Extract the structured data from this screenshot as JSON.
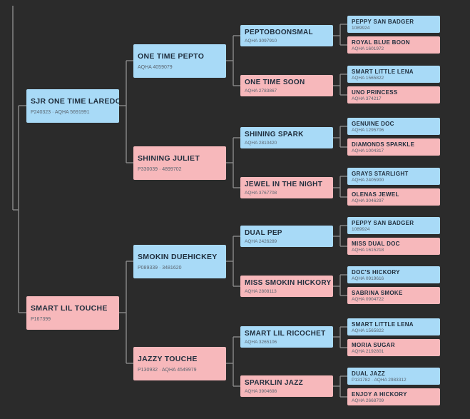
{
  "colors": {
    "background": "#2b2b2b",
    "sire": "#a8daf7",
    "dam": "#f7b8bb",
    "connector": "#8a8a8a"
  },
  "pedigree": {
    "sire": {
      "name": "SJR ONE TIME LAREDO",
      "reg": "P240323 · AQHA 5691991",
      "sire": {
        "name": "ONE TIME PEPTO",
        "reg": "AQHA 4059079",
        "sire": {
          "name": "PEPTOBOONSMAL",
          "reg": "AQHA 3097910",
          "sire": {
            "name": "PEPPY SAN BADGER",
            "reg": "1089924"
          },
          "dam": {
            "name": "ROYAL BLUE BOON",
            "reg": "AQHA 1601972"
          }
        },
        "dam": {
          "name": "ONE TIME SOON",
          "reg": "AQHA 2783867",
          "sire": {
            "name": "SMART LITTLE LENA",
            "reg": "AQHA 1565822"
          },
          "dam": {
            "name": "UNO PRINCESS",
            "reg": "AQHA 374217"
          }
        }
      },
      "dam": {
        "name": "SHINING JULIET",
        "reg": "P330039 · 4899702",
        "sire": {
          "name": "SHINING SPARK",
          "reg": "AQHA 2810420",
          "sire": {
            "name": "GENUINE DOC",
            "reg": "AQHA 1295706"
          },
          "dam": {
            "name": "DIAMONDS SPARKLE",
            "reg": "AQHA 1004317"
          }
        },
        "dam": {
          "name": "JEWEL IN THE NIGHT",
          "reg": "AQHA 3767708",
          "sire": {
            "name": "GRAYS STARLIGHT",
            "reg": "AQHA 2405900"
          },
          "dam": {
            "name": "OLENAS JEWEL",
            "reg": "AQHA 3046297"
          }
        }
      }
    },
    "dam": {
      "name": "SMART LIL TOUCHE",
      "reg": "P167399",
      "sire": {
        "name": "SMOKIN DUEHICKEY",
        "reg": "P089339 · 3481620",
        "sire": {
          "name": "DUAL PEP",
          "reg": "AQHA 2426289",
          "sire": {
            "name": "PEPPY SAN BADGER",
            "reg": "1089924"
          },
          "dam": {
            "name": "MISS DUAL DOC",
            "reg": "AQHA 1615218"
          }
        },
        "dam": {
          "name": "MISS SMOKIN HICKORY",
          "reg": "AQHA 2808113",
          "sire": {
            "name": "DOC'S HICKORY",
            "reg": "AQHA 0919616"
          },
          "dam": {
            "name": "SABRINA SMOKE",
            "reg": "AQHA 0904722"
          }
        }
      },
      "dam": {
        "name": "JAZZY TOUCHE",
        "reg": "P130932 · AQHA 4549979",
        "sire": {
          "name": "SMART LIL RICOCHET",
          "reg": "AQHA 3265106",
          "sire": {
            "name": "SMART LITTLE LENA",
            "reg": "AQHA 1565822"
          },
          "dam": {
            "name": "MORIA SUGAR",
            "reg": "AQHA 2192801"
          }
        },
        "dam": {
          "name": "SPARKLIN JAZZ",
          "reg": "AQHA 3904698",
          "sire": {
            "name": "DUAL JAZZ",
            "reg": "P131782 · AQHA 2983312"
          },
          "dam": {
            "name": "ENJOY A HICKORY",
            "reg": "AQHA 2668709"
          }
        }
      }
    }
  }
}
